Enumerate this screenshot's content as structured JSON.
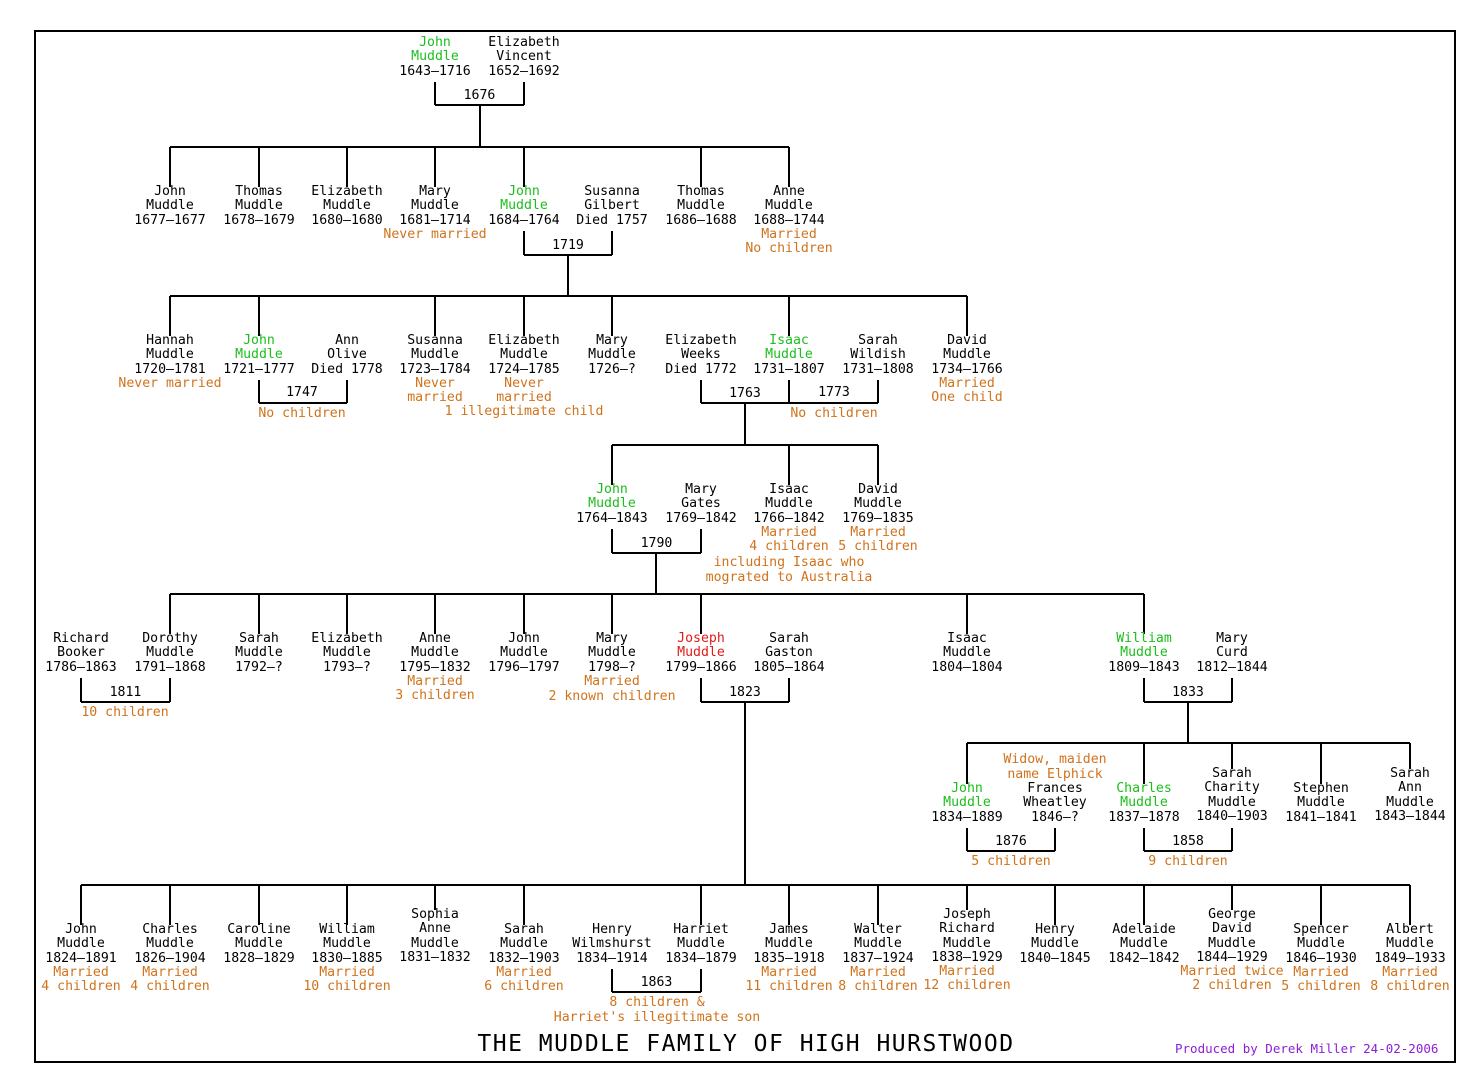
{
  "title": "THE MUDDLE FAMILY OF HIGH HURSTWOOD",
  "credit": "Produced by Derek Miller 24-02-2006",
  "colors": {
    "highlight": "#1bbf1b",
    "focus": "#e01b1b",
    "note": "#d0731c",
    "credit": "#8a20d8",
    "line": "#000000"
  },
  "people": [
    {
      "id": "john1643",
      "name": [
        "John",
        "Muddle"
      ],
      "dates": "1643–1716",
      "hl": "green"
    },
    {
      "id": "eliz1652",
      "name": [
        "Elizabeth",
        "Vincent"
      ],
      "dates": "1652–1692"
    },
    {
      "id": "john1677",
      "name": [
        "John",
        "Muddle"
      ],
      "dates": "1677–1677"
    },
    {
      "id": "thomas1678",
      "name": [
        "Thomas",
        "Muddle"
      ],
      "dates": "1678–1679"
    },
    {
      "id": "eliz1680",
      "name": [
        "Elizabeth",
        "Muddle"
      ],
      "dates": "1680–1680"
    },
    {
      "id": "mary1681",
      "name": [
        "Mary",
        "Muddle"
      ],
      "dates": "1681–1714",
      "notes": [
        "Never married"
      ]
    },
    {
      "id": "john1684",
      "name": [
        "John",
        "Muddle"
      ],
      "dates": "1684–1764",
      "hl": "green"
    },
    {
      "id": "susanna1757",
      "name": [
        "Susanna",
        "Gilbert"
      ],
      "dates": "Died 1757"
    },
    {
      "id": "thomas1686",
      "name": [
        "Thomas",
        "Muddle"
      ],
      "dates": "1686–1688"
    },
    {
      "id": "anne1688",
      "name": [
        "Anne",
        "Muddle"
      ],
      "dates": "1688–1744",
      "notes": [
        "Married",
        "No children"
      ]
    },
    {
      "id": "hannah1720",
      "name": [
        "Hannah",
        "Muddle"
      ],
      "dates": "1720–1781",
      "notes": [
        "Never married"
      ]
    },
    {
      "id": "john1721",
      "name": [
        "John",
        "Muddle"
      ],
      "dates": "1721–1777",
      "hl": "green"
    },
    {
      "id": "ann1778",
      "name": [
        "Ann",
        "Olive"
      ],
      "dates": "Died 1778"
    },
    {
      "id": "susanna1723",
      "name": [
        "Susanna",
        "Muddle"
      ],
      "dates": "1723–1784",
      "notes": [
        "Never",
        "married"
      ]
    },
    {
      "id": "eliz1724",
      "name": [
        "Elizabeth",
        "Muddle"
      ],
      "dates": "1724–1785",
      "notes": [
        "Never",
        "married"
      ]
    },
    {
      "id": "mary1726",
      "name": [
        "Mary",
        "Muddle"
      ],
      "dates": "1726–?"
    },
    {
      "id": "eliz1772",
      "name": [
        "Elizabeth",
        "Weeks"
      ],
      "dates": "Died 1772"
    },
    {
      "id": "isaac1731",
      "name": [
        "Isaac",
        "Muddle"
      ],
      "dates": "1731–1807",
      "hl": "green"
    },
    {
      "id": "sarah1731",
      "name": [
        "Sarah",
        "Wildish"
      ],
      "dates": "1731–1808"
    },
    {
      "id": "david1734",
      "name": [
        "David",
        "Muddle"
      ],
      "dates": "1734–1766",
      "notes": [
        "Married",
        "One child"
      ]
    },
    {
      "id": "john1764",
      "name": [
        "John",
        "Muddle"
      ],
      "dates": "1764–1843",
      "hl": "green"
    },
    {
      "id": "mary1769",
      "name": [
        "Mary",
        "Gates"
      ],
      "dates": "1769–1842"
    },
    {
      "id": "isaac1766",
      "name": [
        "Isaac",
        "Muddle"
      ],
      "dates": "1766–1842",
      "notes": [
        "Married",
        "4 children"
      ]
    },
    {
      "id": "david1769",
      "name": [
        "David",
        "Muddle"
      ],
      "dates": "1769–1835",
      "notes": [
        "Married",
        "5 children"
      ]
    },
    {
      "id": "richard1786",
      "name": [
        "Richard",
        "Booker"
      ],
      "dates": "1786–1863"
    },
    {
      "id": "dorothy1791",
      "name": [
        "Dorothy",
        "Muddle"
      ],
      "dates": "1791–1868"
    },
    {
      "id": "sarah1792",
      "name": [
        "Sarah",
        "Muddle"
      ],
      "dates": "1792–?"
    },
    {
      "id": "eliz1793",
      "name": [
        "Elizabeth",
        "Muddle"
      ],
      "dates": "1793–?"
    },
    {
      "id": "anne1795",
      "name": [
        "Anne",
        "Muddle"
      ],
      "dates": "1795–1832",
      "notes": [
        "Married",
        "3 children"
      ]
    },
    {
      "id": "john1796",
      "name": [
        "John",
        "Muddle"
      ],
      "dates": "1796–1797"
    },
    {
      "id": "mary1798",
      "name": [
        "Mary",
        "Muddle"
      ],
      "dates": "1798–?",
      "notes": [
        "Married"
      ]
    },
    {
      "id": "joseph1799",
      "name": [
        "Joseph",
        "Muddle"
      ],
      "dates": "1799–1866",
      "hl": "red"
    },
    {
      "id": "sarah1805",
      "name": [
        "Sarah",
        "Gaston"
      ],
      "dates": "1805–1864"
    },
    {
      "id": "isaac1804",
      "name": [
        "Isaac",
        "Muddle"
      ],
      "dates": "1804–1804"
    },
    {
      "id": "william1809",
      "name": [
        "William",
        "Muddle"
      ],
      "dates": "1809–1843",
      "hl": "green"
    },
    {
      "id": "mary1812",
      "name": [
        "Mary",
        "Curd"
      ],
      "dates": "1812–1844"
    },
    {
      "id": "john1834",
      "name": [
        "John",
        "Muddle"
      ],
      "dates": "1834–1889",
      "hl": "green"
    },
    {
      "id": "frances1846",
      "name": [
        "Frances",
        "Wheatley"
      ],
      "dates": "1846–?"
    },
    {
      "id": "charles1837",
      "name": [
        "Charles",
        "Muddle"
      ],
      "dates": "1837–1878",
      "hl": "green"
    },
    {
      "id": "sarah1840",
      "name": [
        "Sarah",
        "Charity",
        "Muddle"
      ],
      "dates": "1840–1903"
    },
    {
      "id": "stephen1841",
      "name": [
        "Stephen",
        "Muddle"
      ],
      "dates": "1841–1841"
    },
    {
      "id": "sarah1843",
      "name": [
        "Sarah",
        "Ann",
        "Muddle"
      ],
      "dates": "1843–1844"
    },
    {
      "id": "john1824",
      "name": [
        "John",
        "Muddle"
      ],
      "dates": "1824–1891",
      "notes": [
        "Married",
        "4 children"
      ]
    },
    {
      "id": "charles1826",
      "name": [
        "Charles",
        "Muddle"
      ],
      "dates": "1826–1904",
      "notes": [
        "Married",
        "4 children"
      ]
    },
    {
      "id": "caroline1828",
      "name": [
        "Caroline",
        "Muddle"
      ],
      "dates": "1828–1829"
    },
    {
      "id": "william1830",
      "name": [
        "William",
        "Muddle"
      ],
      "dates": "1830–1885",
      "notes": [
        "Married",
        "10 children"
      ]
    },
    {
      "id": "sophia1831",
      "name": [
        "Sophia",
        "Anne",
        "Muddle"
      ],
      "dates": "1831–1832"
    },
    {
      "id": "sarah1832",
      "name": [
        "Sarah",
        "Muddle"
      ],
      "dates": "1832–1903",
      "notes": [
        "Married",
        "6 children"
      ]
    },
    {
      "id": "henry1834",
      "name": [
        "Henry",
        "Wilmshurst"
      ],
      "dates": "1834–1914"
    },
    {
      "id": "harriet1834",
      "name": [
        "Harriet",
        "Muddle"
      ],
      "dates": "1834–1879"
    },
    {
      "id": "james1835",
      "name": [
        "James",
        "Muddle"
      ],
      "dates": "1835–1918",
      "notes": [
        "Married",
        "11 children"
      ]
    },
    {
      "id": "walter1837",
      "name": [
        "Walter",
        "Muddle"
      ],
      "dates": "1837–1924",
      "notes": [
        "Married",
        "8 children"
      ]
    },
    {
      "id": "joseph1838",
      "name": [
        "Joseph",
        "Richard",
        "Muddle"
      ],
      "dates": "1838–1929",
      "notes": [
        "Married",
        "12 children"
      ]
    },
    {
      "id": "henry1840",
      "name": [
        "Henry",
        "Muddle"
      ],
      "dates": "1840–1845"
    },
    {
      "id": "adelaide1842",
      "name": [
        "Adelaide",
        "Muddle"
      ],
      "dates": "1842–1842"
    },
    {
      "id": "george1844",
      "name": [
        "George",
        "David",
        "Muddle"
      ],
      "dates": "1844–1929",
      "notes": [
        "Married twice",
        "2 children"
      ]
    },
    {
      "id": "spencer1846",
      "name": [
        "Spencer",
        "Muddle"
      ],
      "dates": "1846–1930",
      "notes": [
        "Married",
        "5 children"
      ]
    },
    {
      "id": "albert1849",
      "name": [
        "Albert",
        "Muddle"
      ],
      "dates": "1849–1933",
      "notes": [
        "Married",
        "8 children"
      ]
    }
  ],
  "marriages": [
    {
      "id": "m1676",
      "year": "1676",
      "partners": [
        "john1643",
        "eliz1652"
      ],
      "children": [
        "john1677",
        "thomas1678",
        "eliz1680",
        "mary1681",
        "john1684",
        "thomas1686",
        "anne1688"
      ]
    },
    {
      "id": "m1719",
      "year": "1719",
      "partners": [
        "john1684",
        "susanna1757"
      ],
      "children": [
        "hannah1720",
        "john1721",
        "susanna1723",
        "eliz1724",
        "mary1726",
        "isaac1731",
        "david1734"
      ]
    },
    {
      "id": "m1747",
      "year": "1747",
      "partners": [
        "john1721",
        "ann1778"
      ],
      "children": [],
      "note": [
        "No children"
      ]
    },
    {
      "id": "m1763",
      "year": "1763",
      "partners": [
        "eliz1772",
        "isaac1731"
      ],
      "children": [
        "john1764",
        "isaac1766",
        "david1769"
      ]
    },
    {
      "id": "m1773",
      "year": "1773",
      "partners": [
        "isaac1731",
        "sarah1731"
      ],
      "children": [],
      "note": [
        "No children"
      ]
    },
    {
      "id": "m1790",
      "year": "1790",
      "partners": [
        "john1764",
        "mary1769"
      ],
      "children": [
        "dorothy1791",
        "sarah1792",
        "eliz1793",
        "anne1795",
        "john1796",
        "mary1798",
        "joseph1799",
        "isaac1804",
        "william1809"
      ]
    },
    {
      "id": "m1811",
      "year": "1811",
      "partners": [
        "richard1786",
        "dorothy1791"
      ],
      "children": [],
      "note": [
        "10 children"
      ]
    },
    {
      "id": "m1823",
      "year": "1823",
      "partners": [
        "joseph1799",
        "sarah1805"
      ],
      "children": [
        "john1824",
        "charles1826",
        "caroline1828",
        "william1830",
        "sophia1831",
        "sarah1832",
        "harriet1834",
        "james1835",
        "walter1837",
        "joseph1838",
        "henry1840",
        "adelaide1842",
        "george1844",
        "spencer1846",
        "albert1849"
      ]
    },
    {
      "id": "m1833",
      "year": "1833",
      "partners": [
        "william1809",
        "mary1812"
      ],
      "children": [
        "john1834",
        "charles1837",
        "sarah1840",
        "stephen1841",
        "sarah1843"
      ]
    },
    {
      "id": "m1876",
      "year": "1876",
      "partners": [
        "john1834",
        "frances1846"
      ],
      "children": [],
      "note": [
        "5 children"
      ]
    },
    {
      "id": "m1858",
      "year": "1858",
      "partners": [
        "charles1837",
        "sarah1840"
      ],
      "children": [],
      "note": [
        "9 children"
      ]
    },
    {
      "id": "m1863",
      "year": "1863",
      "partners": [
        "henry1834",
        "harriet1834"
      ],
      "children": [],
      "note": [
        "8 children &",
        "Harriet's illegitimate son"
      ]
    }
  ],
  "annotations": [
    {
      "id": "eliz1724_extra",
      "lines": [
        "1 illegitimate child"
      ]
    },
    {
      "id": "isaac1766_extra",
      "lines": [
        "including Isaac who",
        "mograted to Australia"
      ]
    },
    {
      "id": "mary1798_extra",
      "lines": [
        "2 known children"
      ]
    },
    {
      "id": "frances_maiden",
      "lines": [
        "Widow, maiden",
        "name Elphick"
      ]
    }
  ]
}
